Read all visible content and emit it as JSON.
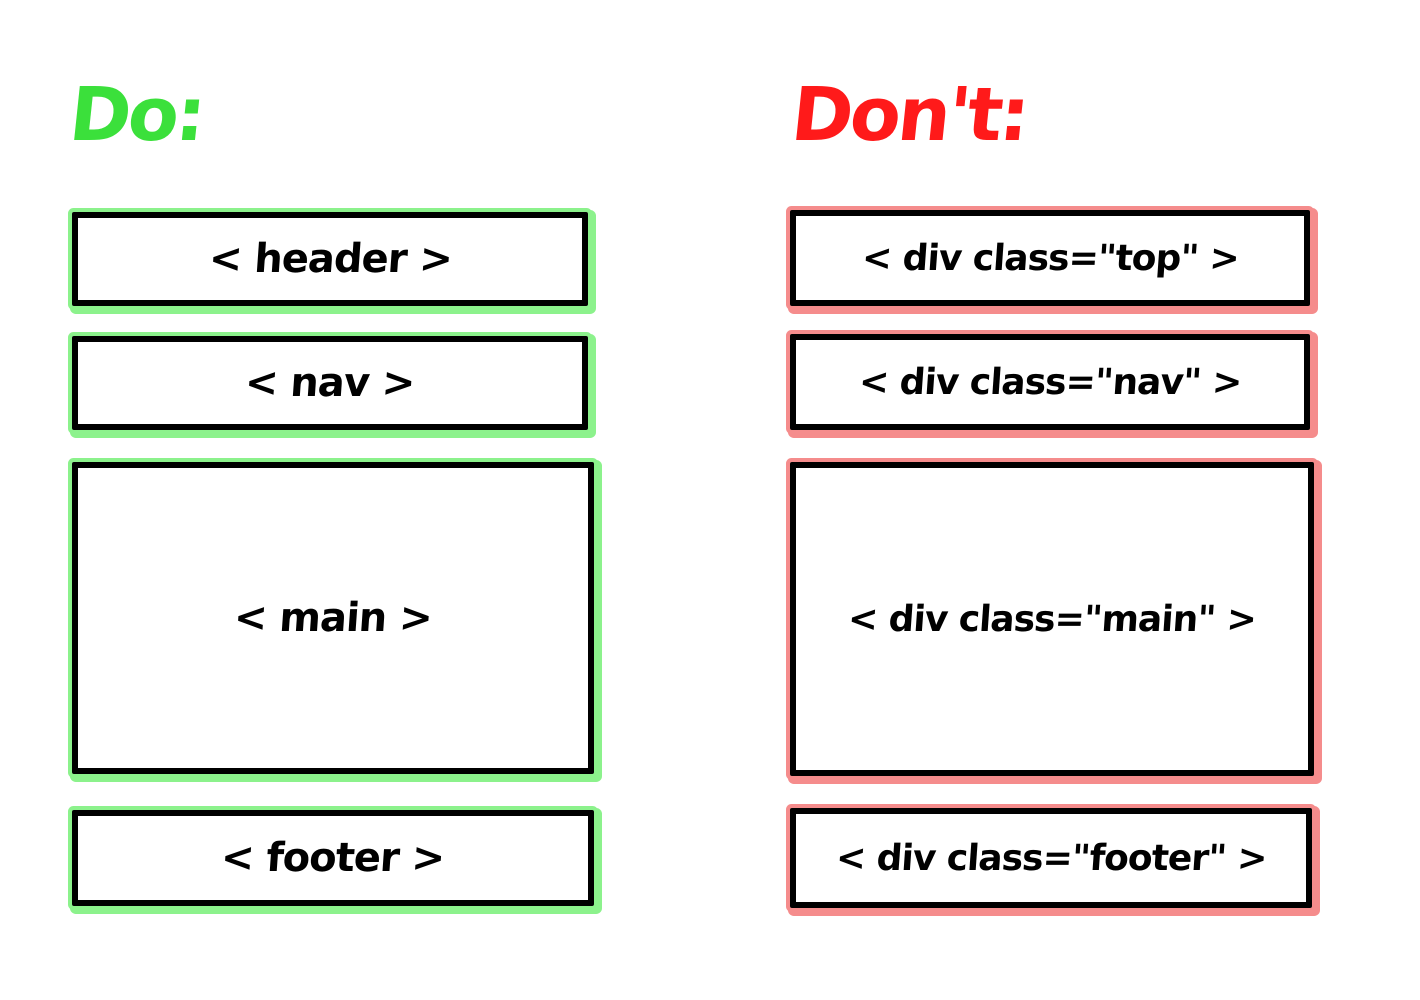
{
  "colors": {
    "do": "#3be03b",
    "do_glow": "#8cf28c",
    "dont": "#ff1a1a",
    "dont_glow": "#f58c8c",
    "box_border": "#000000"
  },
  "do_column": {
    "title": "Do:",
    "boxes": [
      {
        "id": "header",
        "label": "< header >"
      },
      {
        "id": "nav",
        "label": "< nav >"
      },
      {
        "id": "main",
        "label": "< main >"
      },
      {
        "id": "footer",
        "label": "< footer >"
      }
    ]
  },
  "dont_column": {
    "title": "Don't:",
    "boxes": [
      {
        "id": "top",
        "label": "< div class=\"top\" >"
      },
      {
        "id": "nav",
        "label": "< div class=\"nav\" >"
      },
      {
        "id": "main",
        "label": "< div class=\"main\" >"
      },
      {
        "id": "footer",
        "label": "< div class=\"footer\" >"
      }
    ]
  }
}
